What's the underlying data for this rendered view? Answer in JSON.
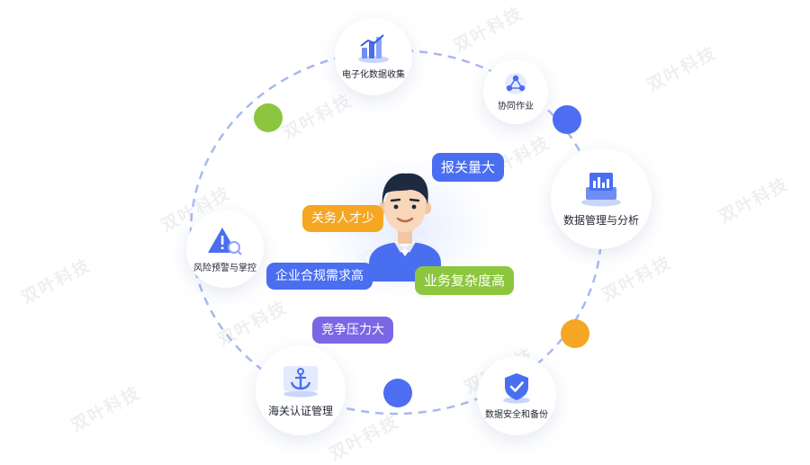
{
  "watermark": "双叶科技",
  "nodes": {
    "electronic_collection": "电子化数据收集",
    "collaboration": "协同作业",
    "data_management": "数据管理与分析",
    "data_security": "数据安全和备份",
    "customs_certification": "海关认证管理",
    "risk_warning": "风险预警与掌控"
  },
  "tags": {
    "large_volume": "报关量大",
    "few_talent": "关务人才少",
    "compliance": "企业合规需求高",
    "complexity": "业务复杂度高",
    "competition": "竞争压力大"
  },
  "colors": {
    "ring": "#a9b9ee",
    "dot_green": "#8cc63f",
    "dot_blue": "#4d6df2",
    "dot_orange": "#f5a623",
    "tag_blue": "#4a6ef0",
    "tag_orange": "#f5a623",
    "tag_purple": "#7b67e6",
    "tag_green": "#8cc63f"
  },
  "icons": [
    "bar-chart-icon",
    "collaboration-icon",
    "dashboard-icon",
    "shield-check-icon",
    "anchor-icon",
    "warning-icon"
  ]
}
